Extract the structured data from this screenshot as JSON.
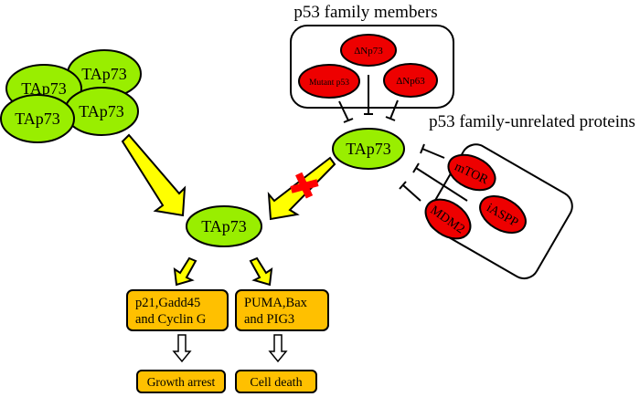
{
  "titles": {
    "family_members": "p53 family members",
    "unrelated_proteins": "p53 family-unrelated proteins"
  },
  "colors": {
    "green_node": "#99ee00",
    "red_node": "#ee0000",
    "orange_box": "#ffc000",
    "yellow_arrow": "#ffff00",
    "block_mark": "#ff0000"
  },
  "cluster": {
    "nodes": [
      "TAp73",
      "TAp73",
      "TAp73",
      "TAp73"
    ]
  },
  "family_members": {
    "nodes": [
      "ΔNp73",
      "Mutant p53",
      "ΔNp63"
    ]
  },
  "unrelated_proteins": {
    "nodes": [
      "mTOR",
      "iASPP",
      "MDM2"
    ]
  },
  "center_node": "TAp73",
  "inhibited_node": "TAp73",
  "targets": {
    "left": "p21,Gadd45|and Cyclin G",
    "left_lines": [
      "p21,Gadd45",
      "and Cyclin G"
    ],
    "right_lines": [
      "PUMA,Bax",
      "and PIG3"
    ]
  },
  "outcomes": {
    "left": "Growth arrest",
    "right": "Cell death"
  }
}
